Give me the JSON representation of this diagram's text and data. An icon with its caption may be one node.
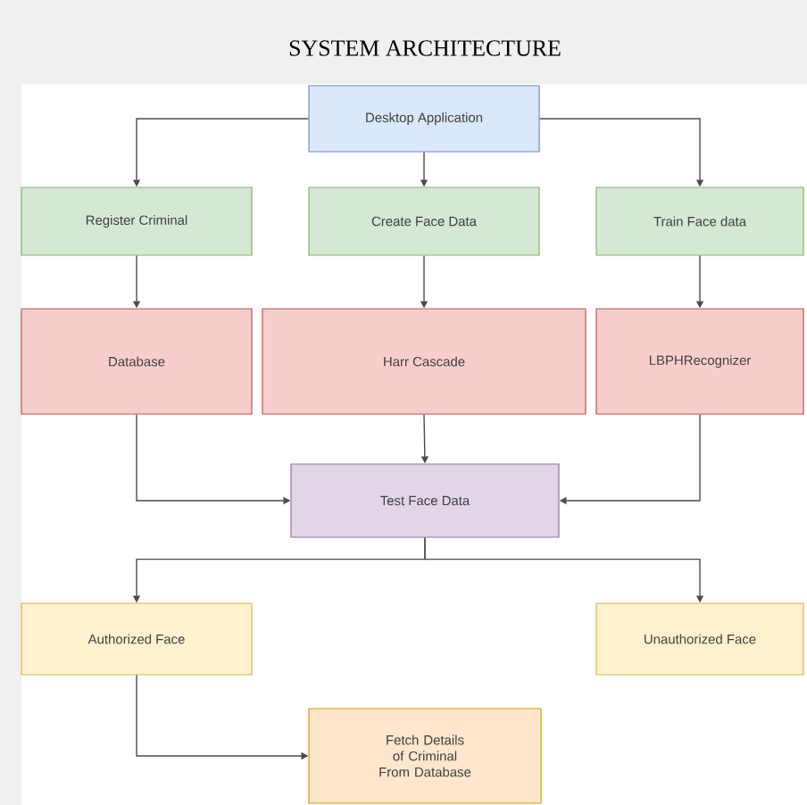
{
  "diagram": {
    "title": "SYSTEM ARCHITECTURE",
    "nodes": [
      {
        "text": [
          "Desktop Application"
        ]
      },
      {
        "text": [
          "Register Criminal"
        ]
      },
      {
        "text": [
          "Create Face Data"
        ]
      },
      {
        "text": [
          "Train Face data"
        ]
      },
      {
        "text": [
          "Database"
        ]
      },
      {
        "text": [
          "Harr Cascade"
        ]
      },
      {
        "text": [
          "LBPHRecognizer"
        ]
      },
      {
        "text": [
          "Test Face Data"
        ]
      },
      {
        "text": [
          "Authorized Face"
        ]
      },
      {
        "text": [
          "Unauthorized Face"
        ]
      },
      {
        "text": [
          "Fetch Details of Criminal From Database"
        ]
      }
    ],
    "edges": [
      {
        "from": 0,
        "to": 1,
        "arrow": "to"
      },
      {
        "from": 0,
        "to": 2,
        "arrow": "to"
      },
      {
        "from": 0,
        "to": 3,
        "arrow": "to"
      },
      {
        "from": 1,
        "to": 4,
        "arrow": "to"
      },
      {
        "from": 2,
        "to": 5,
        "arrow": "to"
      },
      {
        "from": 3,
        "to": 6,
        "arrow": "to"
      },
      {
        "from": 4,
        "to": 7,
        "arrow": "to"
      },
      {
        "from": 5,
        "to": 7,
        "arrow": "to"
      },
      {
        "from": 6,
        "to": 7,
        "arrow": "to"
      },
      {
        "from": 7,
        "to": 8,
        "arrow": "to"
      },
      {
        "from": 7,
        "to": 9,
        "arrow": "to"
      },
      {
        "from": 8,
        "to": 10,
        "arrow": "to"
      }
    ]
  }
}
